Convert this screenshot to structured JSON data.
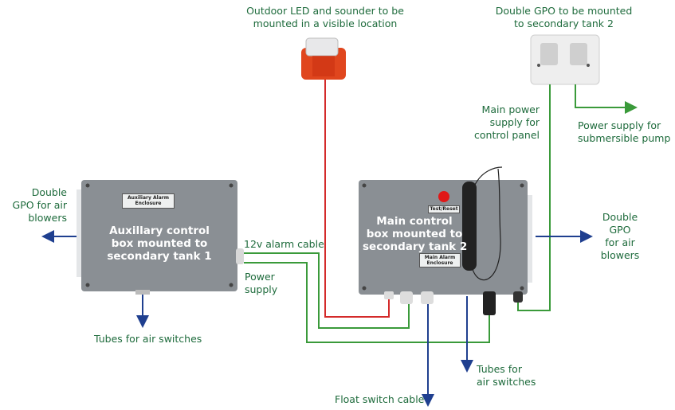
{
  "labels": {
    "led": [
      "Outdoor LED and sounder to be",
      "mounted in a visible location"
    ],
    "gpo_top": [
      "Double GPO to be mounted",
      "to secondary tank 2"
    ],
    "main_power": [
      "Main power",
      "supply for",
      "control panel"
    ],
    "pump_power": [
      "Power supply for",
      "submersible pump"
    ],
    "gpo_left": [
      "Double",
      "GPO for air",
      "blowers"
    ],
    "gpo_right": [
      "Double",
      "GPO",
      "for air",
      "blowers"
    ],
    "alarm_cable": "12v alarm cable",
    "power_supply": [
      "Power",
      "supply"
    ],
    "tubes_left": "Tubes for air switches",
    "tubes_right": [
      "Tubes for",
      "air switches"
    ],
    "float_cable": "Float switch cable"
  },
  "aux_box": {
    "caption": [
      "Auxillary control",
      "box mounted to",
      "secondary tank 1"
    ],
    "plate": [
      "Auxiliary Alarm",
      "Enclosure"
    ]
  },
  "main_box": {
    "caption": [
      "Main control",
      "box mounted to",
      "secondary tank 2"
    ],
    "plate": [
      "Main Alarm",
      "Enclosure"
    ],
    "button_plate": "Test/Reset"
  },
  "colors": {
    "text": "#1e6b3c",
    "power_line": "#3a9a3a",
    "alarm_line": "#d42a2a",
    "tube_line": "#1f3f8f",
    "enclosure": "#8a8f94"
  }
}
